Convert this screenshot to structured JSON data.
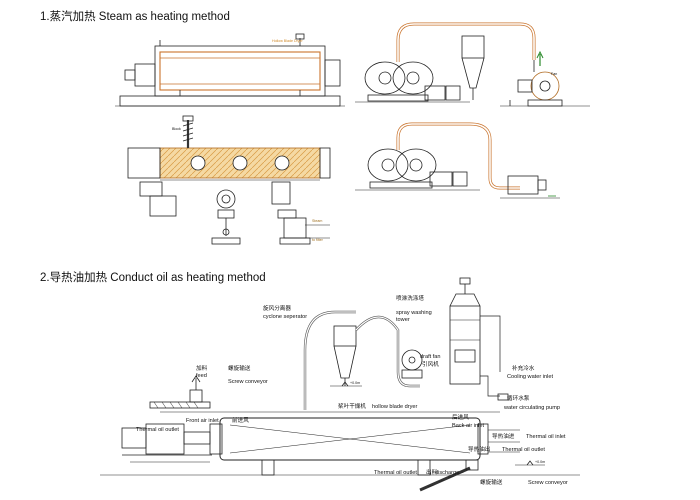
{
  "section1": {
    "heading": "1.蒸汽加热 Steam as heating method",
    "labels": {
      "hollow_blade_dryer": "Hollow Blade Dryer",
      "steam": "Steam",
      "to_filter": "to filter",
      "fan": "Fan",
      "block": "Block"
    }
  },
  "section2": {
    "heading": "2.导热油加热 Conduct oil as heating method",
    "labels": {
      "cyclone_cn": "旋风分离器",
      "cyclone_en": "cyclone seperator",
      "spray_cn": "喷淋洗涤塔",
      "spray_en1": "spray washing",
      "spray_en2": "tower",
      "draft_fan_en": "draft fan",
      "draft_fan_cn": "引风机",
      "cooling_cn": "补充冷水",
      "cooling_en": "Cooling water inlet",
      "pump_cn": "循环水泵",
      "pump_en": "water circulating pump",
      "feed_cn": "加料",
      "feed_en": "feed",
      "screw_top_cn": "螺旋输送",
      "screw_top_en": "Screw conveyor",
      "front_air": "Front air inlet",
      "front_air_cn": "前进风",
      "oil_outlet_left": "Thermal oil outlet",
      "blade_dryer_cn": "桨叶干燥机",
      "blade_dryer_en": "hollow blade dryer",
      "back_air_cn": "后进风",
      "back_air_en": "Back air inlet",
      "oil_inlet_cn": "导热油进",
      "oil_inlet_en": "Thermal oil inlet",
      "oil_outlet_right_cn": "导热油出",
      "oil_outlet_right_en": "Thermal oil outlet",
      "oil_outlet_bottom": "Thermal oil outlet",
      "discharge_cn": "出料",
      "discharge_en": "discharge",
      "screw_bottom_cn": "螺旋输送",
      "screw_bottom_en": "Screw conveyor",
      "elev1": "+0.0m",
      "elev2": "+0.0m"
    }
  }
}
